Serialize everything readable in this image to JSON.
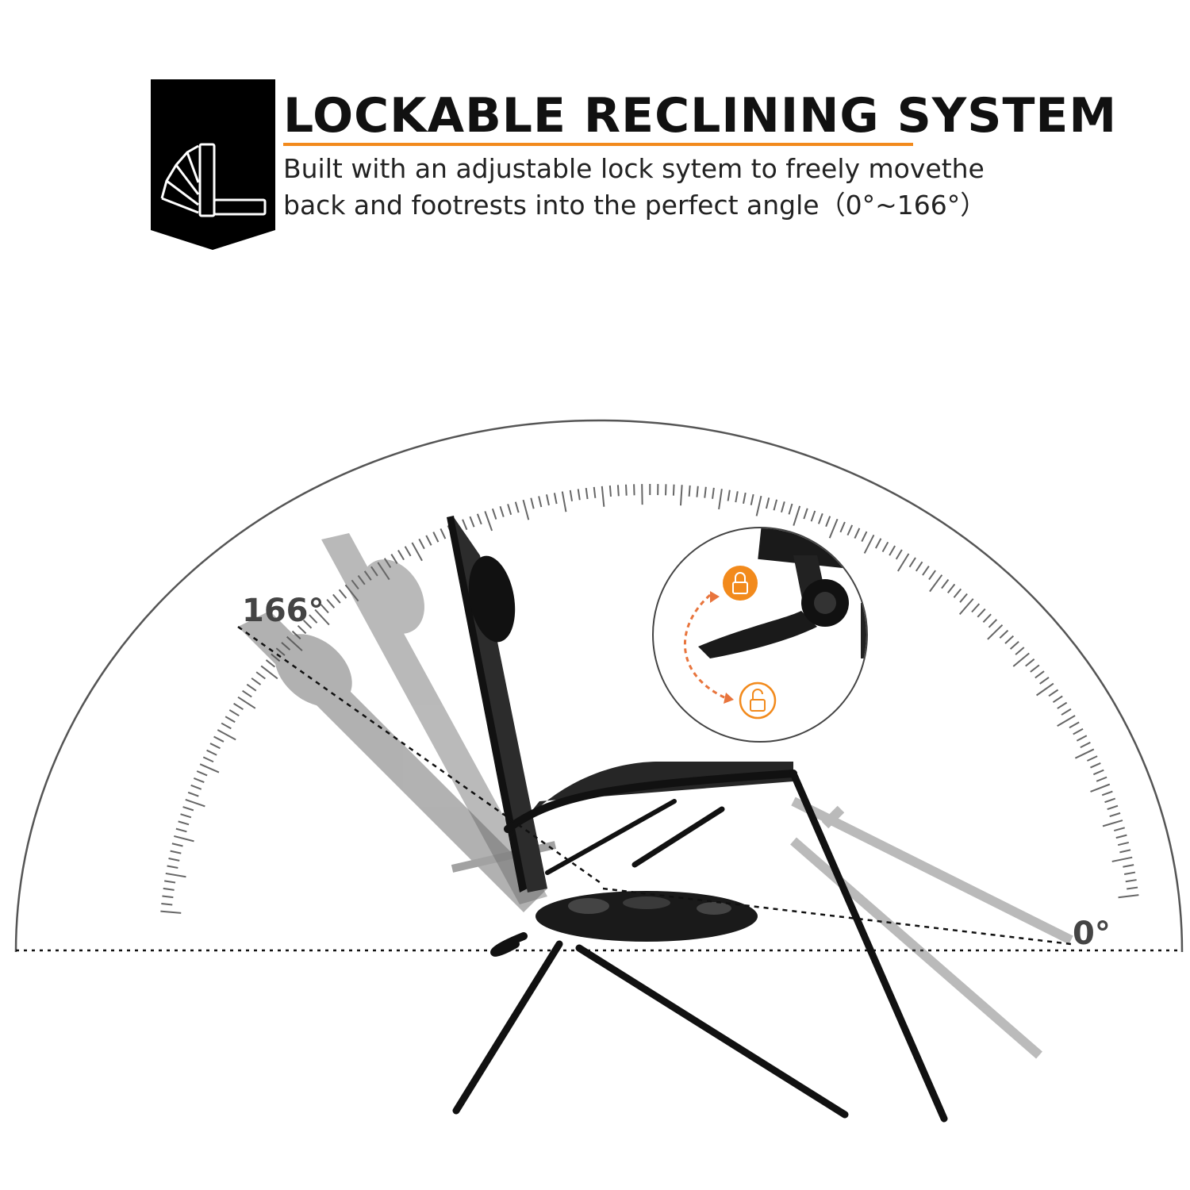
{
  "header": {
    "title": "LOCKABLE RECLINING SYSTEM",
    "description_line1": "Built with an adjustable lock sytem to freely movethe",
    "description_line2": "back and footrests into the perfect angle（0°~166°）",
    "icon": "recline-angle-icon",
    "accent_color": "#f28a1c"
  },
  "diagram": {
    "max_angle_label": "166°",
    "min_angle_label": "0°",
    "angle_range_degrees": [
      0,
      166
    ],
    "lock_icon": "lock-icon",
    "unlock_icon": "unlock-icon",
    "lock_color": "#f28a1c"
  }
}
